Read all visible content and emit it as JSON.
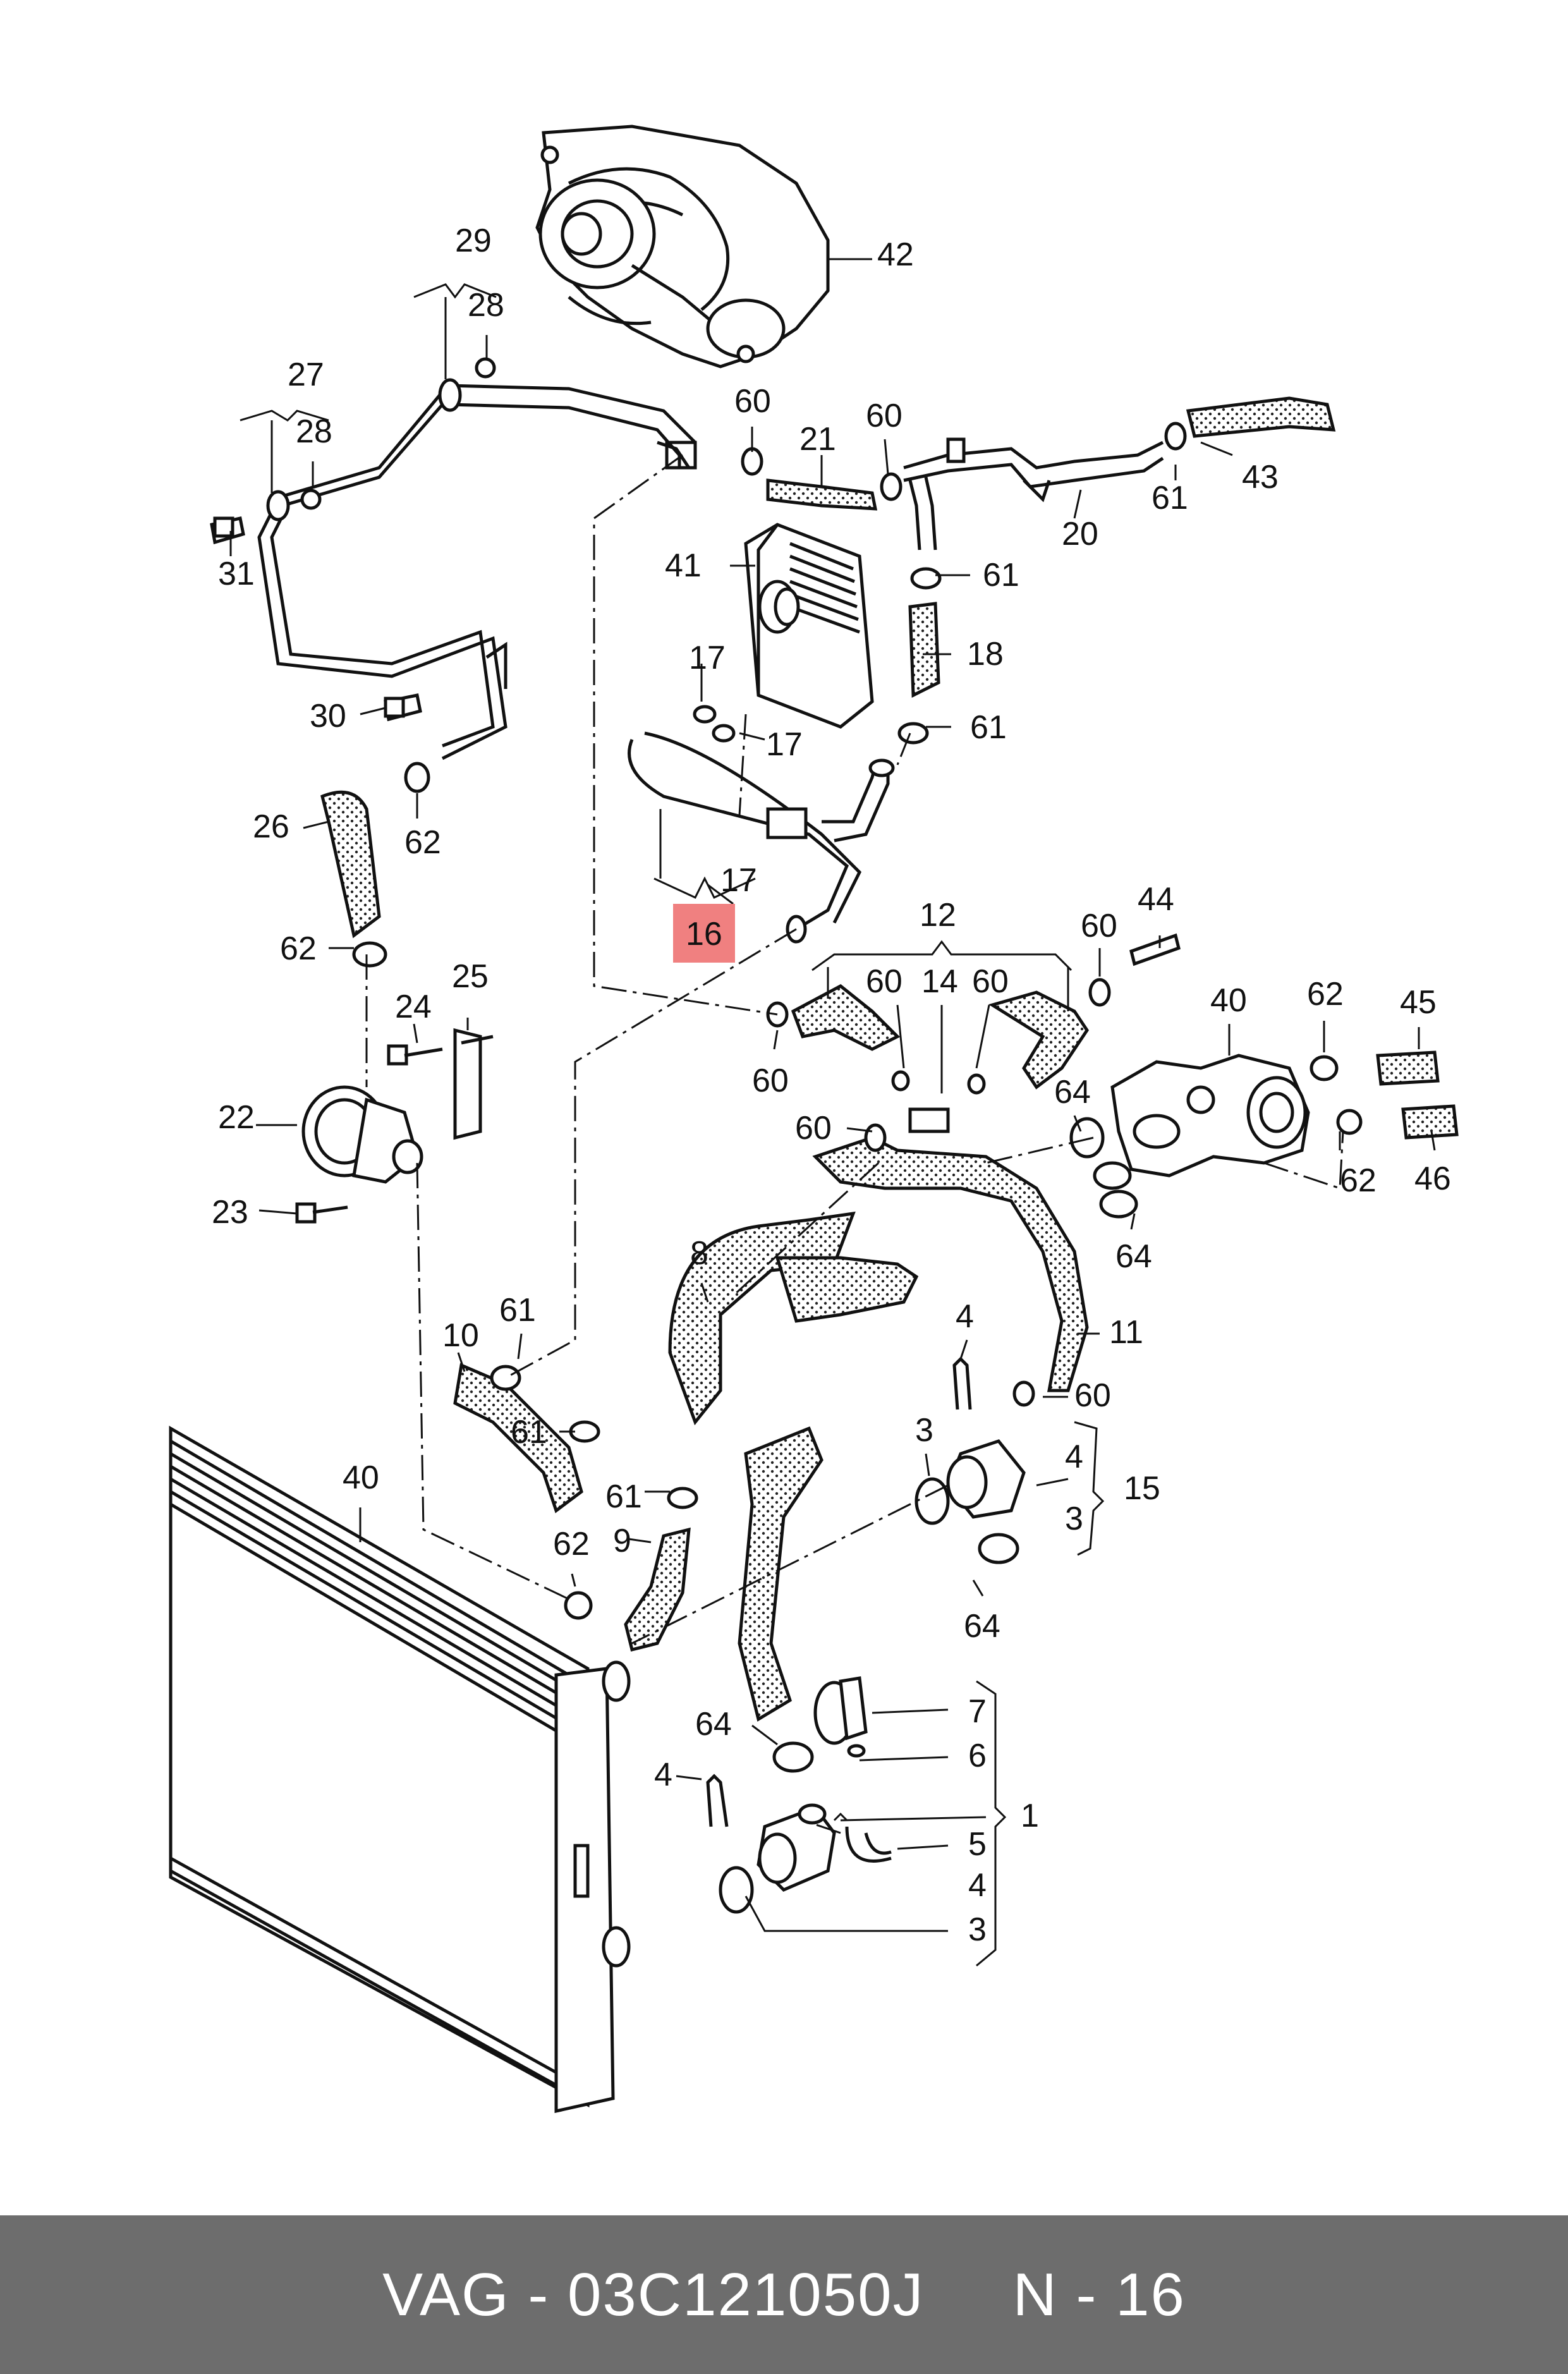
{
  "diagram": {
    "highlight_color": "#f08080",
    "callouts": [
      {
        "id": "c42",
        "text": "42"
      },
      {
        "id": "c29",
        "text": "29"
      },
      {
        "id": "c28a",
        "text": "28"
      },
      {
        "id": "c27",
        "text": "27"
      },
      {
        "id": "c28b",
        "text": "28"
      },
      {
        "id": "c31",
        "text": "31"
      },
      {
        "id": "c30",
        "text": "30"
      },
      {
        "id": "c60a",
        "text": "60"
      },
      {
        "id": "c21",
        "text": "21"
      },
      {
        "id": "c60b",
        "text": "60"
      },
      {
        "id": "c61a",
        "text": "61"
      },
      {
        "id": "c43",
        "text": "43"
      },
      {
        "id": "c20",
        "text": "20"
      },
      {
        "id": "c41",
        "text": "41"
      },
      {
        "id": "c61b",
        "text": "61"
      },
      {
        "id": "c18",
        "text": "18"
      },
      {
        "id": "c17a",
        "text": "17"
      },
      {
        "id": "c61c",
        "text": "61"
      },
      {
        "id": "c17b",
        "text": "17"
      },
      {
        "id": "c17c",
        "text": "17"
      },
      {
        "id": "c16",
        "text": "16"
      },
      {
        "id": "c26",
        "text": "26"
      },
      {
        "id": "c62a",
        "text": "62"
      },
      {
        "id": "c62b",
        "text": "62"
      },
      {
        "id": "c12",
        "text": "12"
      },
      {
        "id": "c60c",
        "text": "60"
      },
      {
        "id": "c44",
        "text": "44"
      },
      {
        "id": "c60d",
        "text": "60"
      },
      {
        "id": "c14",
        "text": "14"
      },
      {
        "id": "c60e",
        "text": "60"
      },
      {
        "id": "c40a",
        "text": "40"
      },
      {
        "id": "c62c",
        "text": "62"
      },
      {
        "id": "c45",
        "text": "45"
      },
      {
        "id": "c25",
        "text": "25"
      },
      {
        "id": "c24",
        "text": "24"
      },
      {
        "id": "c60f",
        "text": "60"
      },
      {
        "id": "c22",
        "text": "22"
      },
      {
        "id": "c60g",
        "text": "60"
      },
      {
        "id": "c64a",
        "text": "64"
      },
      {
        "id": "c62d",
        "text": "62"
      },
      {
        "id": "c46",
        "text": "46"
      },
      {
        "id": "c23",
        "text": "23"
      },
      {
        "id": "c64b",
        "text": "64"
      },
      {
        "id": "c8",
        "text": "8"
      },
      {
        "id": "c11",
        "text": "11"
      },
      {
        "id": "c61d",
        "text": "61"
      },
      {
        "id": "c10",
        "text": "10"
      },
      {
        "id": "c4a",
        "text": "4"
      },
      {
        "id": "c60h",
        "text": "60"
      },
      {
        "id": "c61e",
        "text": "61"
      },
      {
        "id": "c3a",
        "text": "3"
      },
      {
        "id": "c4b",
        "text": "4"
      },
      {
        "id": "c15",
        "text": "15"
      },
      {
        "id": "c3b",
        "text": "3"
      },
      {
        "id": "c40b",
        "text": "40"
      },
      {
        "id": "c61f",
        "text": "61"
      },
      {
        "id": "c9",
        "text": "9"
      },
      {
        "id": "c62e",
        "text": "62"
      },
      {
        "id": "c64c",
        "text": "64"
      },
      {
        "id": "c7",
        "text": "7"
      },
      {
        "id": "c64d",
        "text": "64"
      },
      {
        "id": "c6",
        "text": "6"
      },
      {
        "id": "c4c",
        "text": "4"
      },
      {
        "id": "c1",
        "text": "1"
      },
      {
        "id": "c5",
        "text": "5"
      },
      {
        "id": "c4d",
        "text": "4"
      },
      {
        "id": "c3c",
        "text": "3"
      }
    ]
  },
  "footer": {
    "part_label": "VAG - 03C121050J",
    "position_label": "N - 16"
  }
}
